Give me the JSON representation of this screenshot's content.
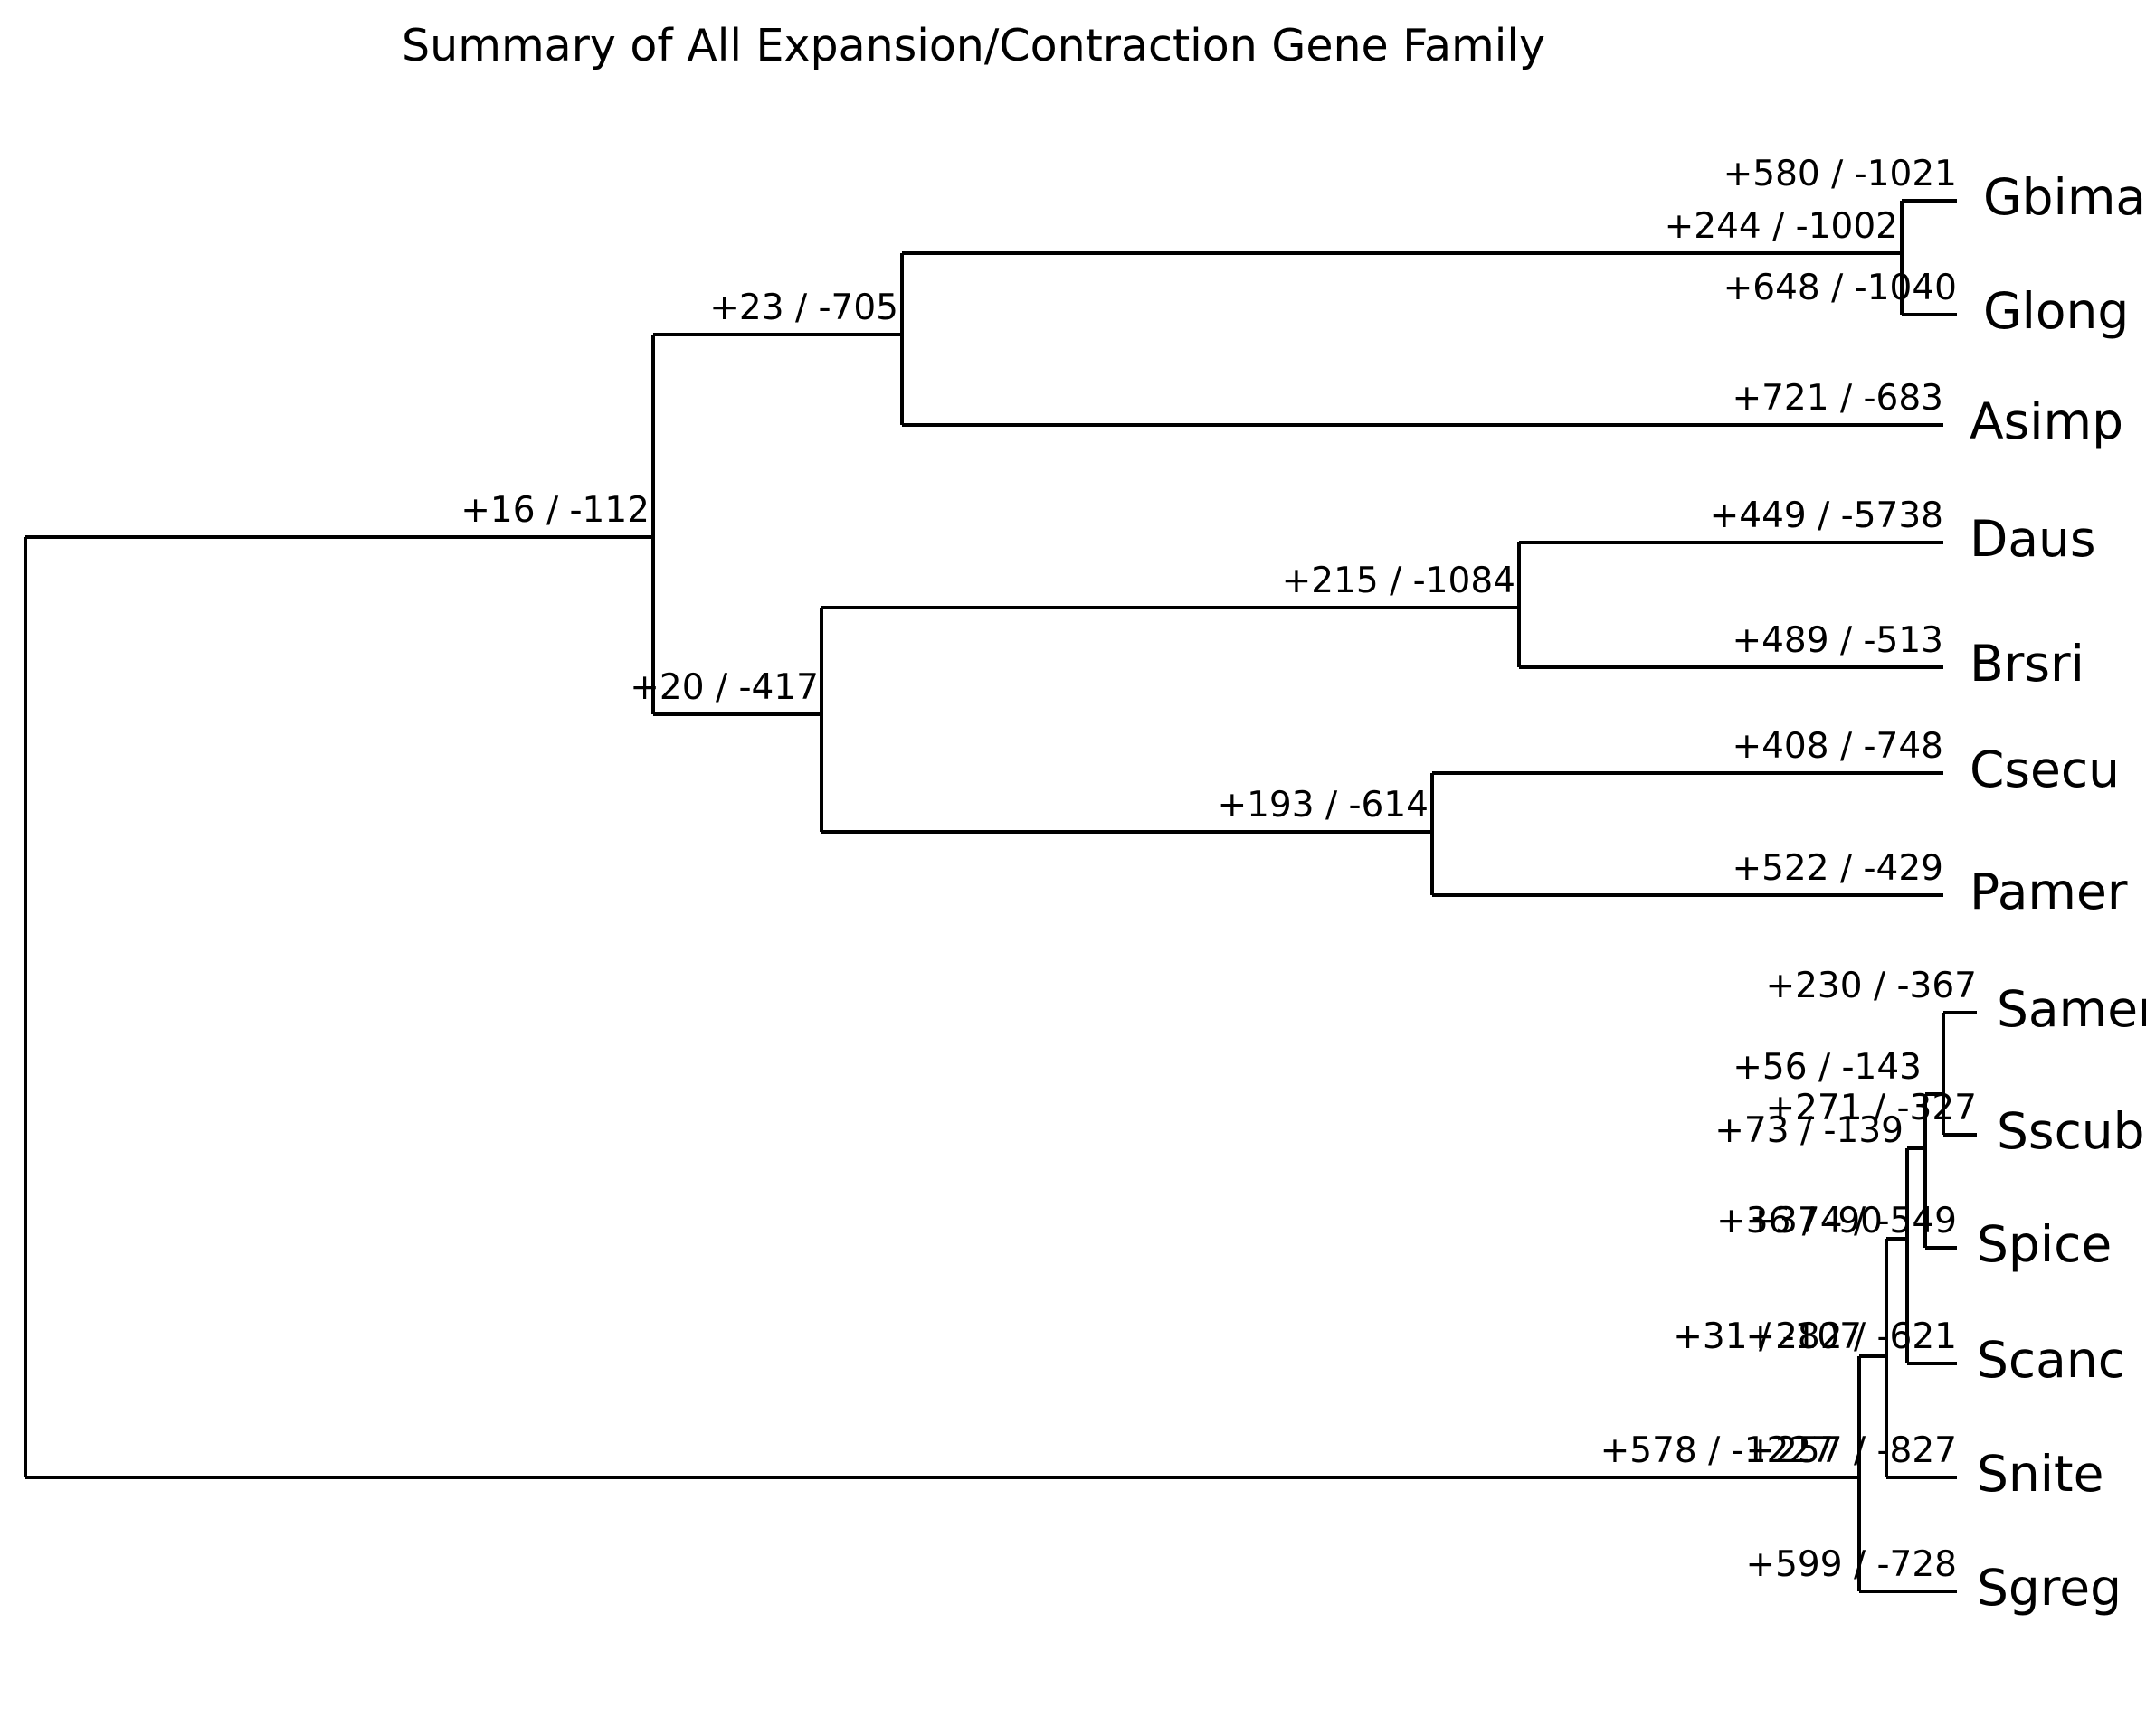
{
  "figure": {
    "title": "Summary of All Expansion/Contraction Gene Family",
    "line_color": "#000000",
    "background_color": "#ffffff"
  },
  "chart_data": {
    "type": "diagram",
    "subtype": "phylogenetic-tree-cafe-summary",
    "title": "Summary of All Expansion/Contraction Gene Family",
    "orientation": "left-to-right rectangular cladogram",
    "label_format": "+expansions / -contractions",
    "tips": [
      {
        "name": "Gbima",
        "label": "+580 / -1021",
        "expansions": 580,
        "contractions": 1021
      },
      {
        "name": "Glong",
        "label": "+648 / -1040",
        "expansions": 648,
        "contractions": 1040
      },
      {
        "name": "Asimp",
        "label": "+721 / -683",
        "expansions": 721,
        "contractions": 683
      },
      {
        "name": "Daus",
        "label": "+449 / -5738",
        "expansions": 449,
        "contractions": 5738
      },
      {
        "name": "Brsri",
        "label": "+489 / -513",
        "expansions": 489,
        "contractions": 513
      },
      {
        "name": "Csecu",
        "label": "+408 / -748",
        "expansions": 408,
        "contractions": 748
      },
      {
        "name": "Pamer",
        "label": "+522 / -429",
        "expansions": 522,
        "contractions": 429
      },
      {
        "name": "Samer",
        "label": "+230 / -367",
        "expansions": 230,
        "contractions": 367
      },
      {
        "name": "Sscub",
        "label": "+271 / -327",
        "expansions": 271,
        "contractions": 327
      },
      {
        "name": "Spice",
        "label": "+374 / -549",
        "expansions": 374,
        "contractions": 549
      },
      {
        "name": "Scanc",
        "label": "+282 / -621",
        "expansions": 282,
        "contractions": 621
      },
      {
        "name": "Snite",
        "label": "+257 / -827",
        "expansions": 257,
        "contractions": 827
      },
      {
        "name": "Sgreg",
        "label": "+599 / -728",
        "expansions": 599,
        "contractions": 728
      }
    ],
    "internal_nodes": [
      {
        "id": "n_root_child",
        "label": "+16 / -112",
        "expansions": 16,
        "contractions": 112
      },
      {
        "id": "n_gbima_glong_asimp",
        "label": "+23 / -705",
        "expansions": 23,
        "contractions": 705
      },
      {
        "id": "n_gbima_glong",
        "label": "+244 / -1002",
        "expansions": 244,
        "contractions": 1002
      },
      {
        "id": "n_daus_brsri_csecu_pamer",
        "label": "+20 / -417",
        "expansions": 20,
        "contractions": 417
      },
      {
        "id": "n_daus_brsri",
        "label": "+215 / -1084",
        "expansions": 215,
        "contractions": 1084
      },
      {
        "id": "n_csecu_pamer",
        "label": "+193 / -614",
        "expansions": 193,
        "contractions": 614
      },
      {
        "id": "n_samer_sscub",
        "label": "+56 / -143",
        "expansions": 56,
        "contractions": 143
      },
      {
        "id": "n_samer_sscub_spice",
        "label": "+73 / -139",
        "expansions": 73,
        "contractions": 139
      },
      {
        "id": "n_samer_sscub_spice_scanc",
        "label": "+36 / -90",
        "expansions": 36,
        "contractions": 90
      },
      {
        "id": "n_scl_snite",
        "label": "+31 / -107",
        "expansions": 31,
        "contractions": 107
      },
      {
        "id": "n_sclade_sgreg",
        "label": "+578 / -1227",
        "expansions": 578,
        "contractions": 1227
      }
    ]
  }
}
